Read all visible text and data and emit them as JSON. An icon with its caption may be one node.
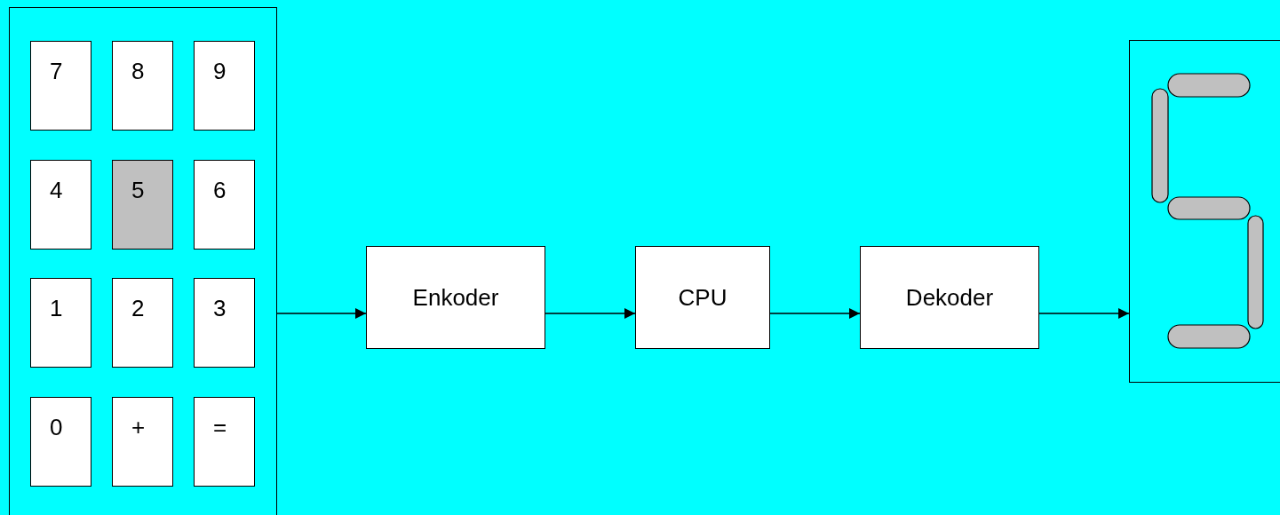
{
  "diagram": {
    "nodes": [
      {
        "text": [],
        "shape": "box"
      },
      {
        "text": [
          "7"
        ],
        "in": 0
      },
      {
        "text": [
          "8"
        ],
        "in": 0
      },
      {
        "text": [
          "9"
        ],
        "in": 0
      },
      {
        "text": [
          "4"
        ],
        "in": 0
      },
      {
        "text": [
          "5"
        ],
        "in": 0
      },
      {
        "text": [
          "6"
        ],
        "in": 0
      },
      {
        "text": [
          "1"
        ],
        "in": 0
      },
      {
        "text": [
          "2"
        ],
        "in": 0
      },
      {
        "text": [
          "3"
        ],
        "in": 0
      },
      {
        "text": [
          "0"
        ],
        "in": 0
      },
      {
        "text": [
          "+"
        ],
        "in": 0
      },
      {
        "text": [
          "="
        ],
        "in": 0
      },
      {
        "text": [
          "Enkoder"
        ]
      },
      {
        "text": [
          "CPU"
        ]
      },
      {
        "text": [
          "Dekoder"
        ]
      },
      {
        "text": [],
        "shape": "box"
      }
    ],
    "edges": [
      {
        "from": 0,
        "to": 13,
        "arrow": "to"
      },
      {
        "from": 13,
        "to": 14,
        "arrow": "to"
      },
      {
        "from": 14,
        "to": 15,
        "arrow": "to"
      },
      {
        "from": 15,
        "to": 16,
        "arrow": "to"
      }
    ]
  }
}
